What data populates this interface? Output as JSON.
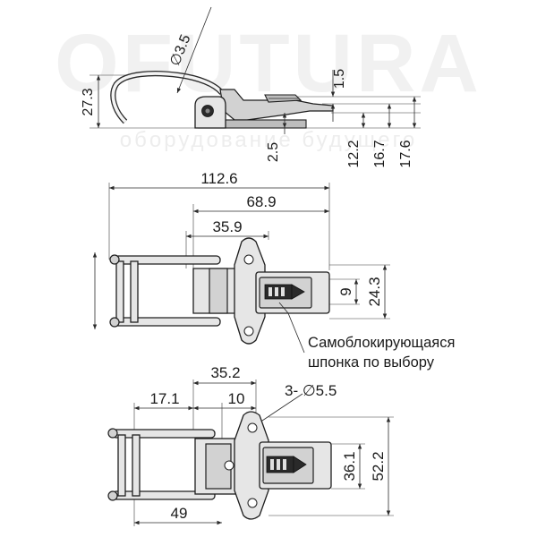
{
  "watermark": {
    "brand": "OFUTURA",
    "tagline": "оборудование будущего"
  },
  "side_view": {
    "dims": {
      "wire_diameter": "3.5",
      "thickness_top": "1.5",
      "height_total": "27.3",
      "base_offset": "2.5",
      "height_a": "12.2",
      "height_b": "16.7",
      "height_c": "17.6"
    }
  },
  "top_view": {
    "dims": {
      "overall_length": "112.6",
      "hook_length": "68.9",
      "base_length": "35.9",
      "slot_width": "9",
      "base_width": "24.3"
    },
    "note_line1": "Самоблокирующаяся",
    "note_line2": "шпонка по выбору"
  },
  "bottom_view": {
    "dims": {
      "hole_spacing": "35.2",
      "offset_left": "17.1",
      "offset_hole": "10",
      "hole_spec": "3- ∅5.5",
      "inner_width": "36.1",
      "outer_width": "52.2",
      "mount_length": "49"
    }
  }
}
